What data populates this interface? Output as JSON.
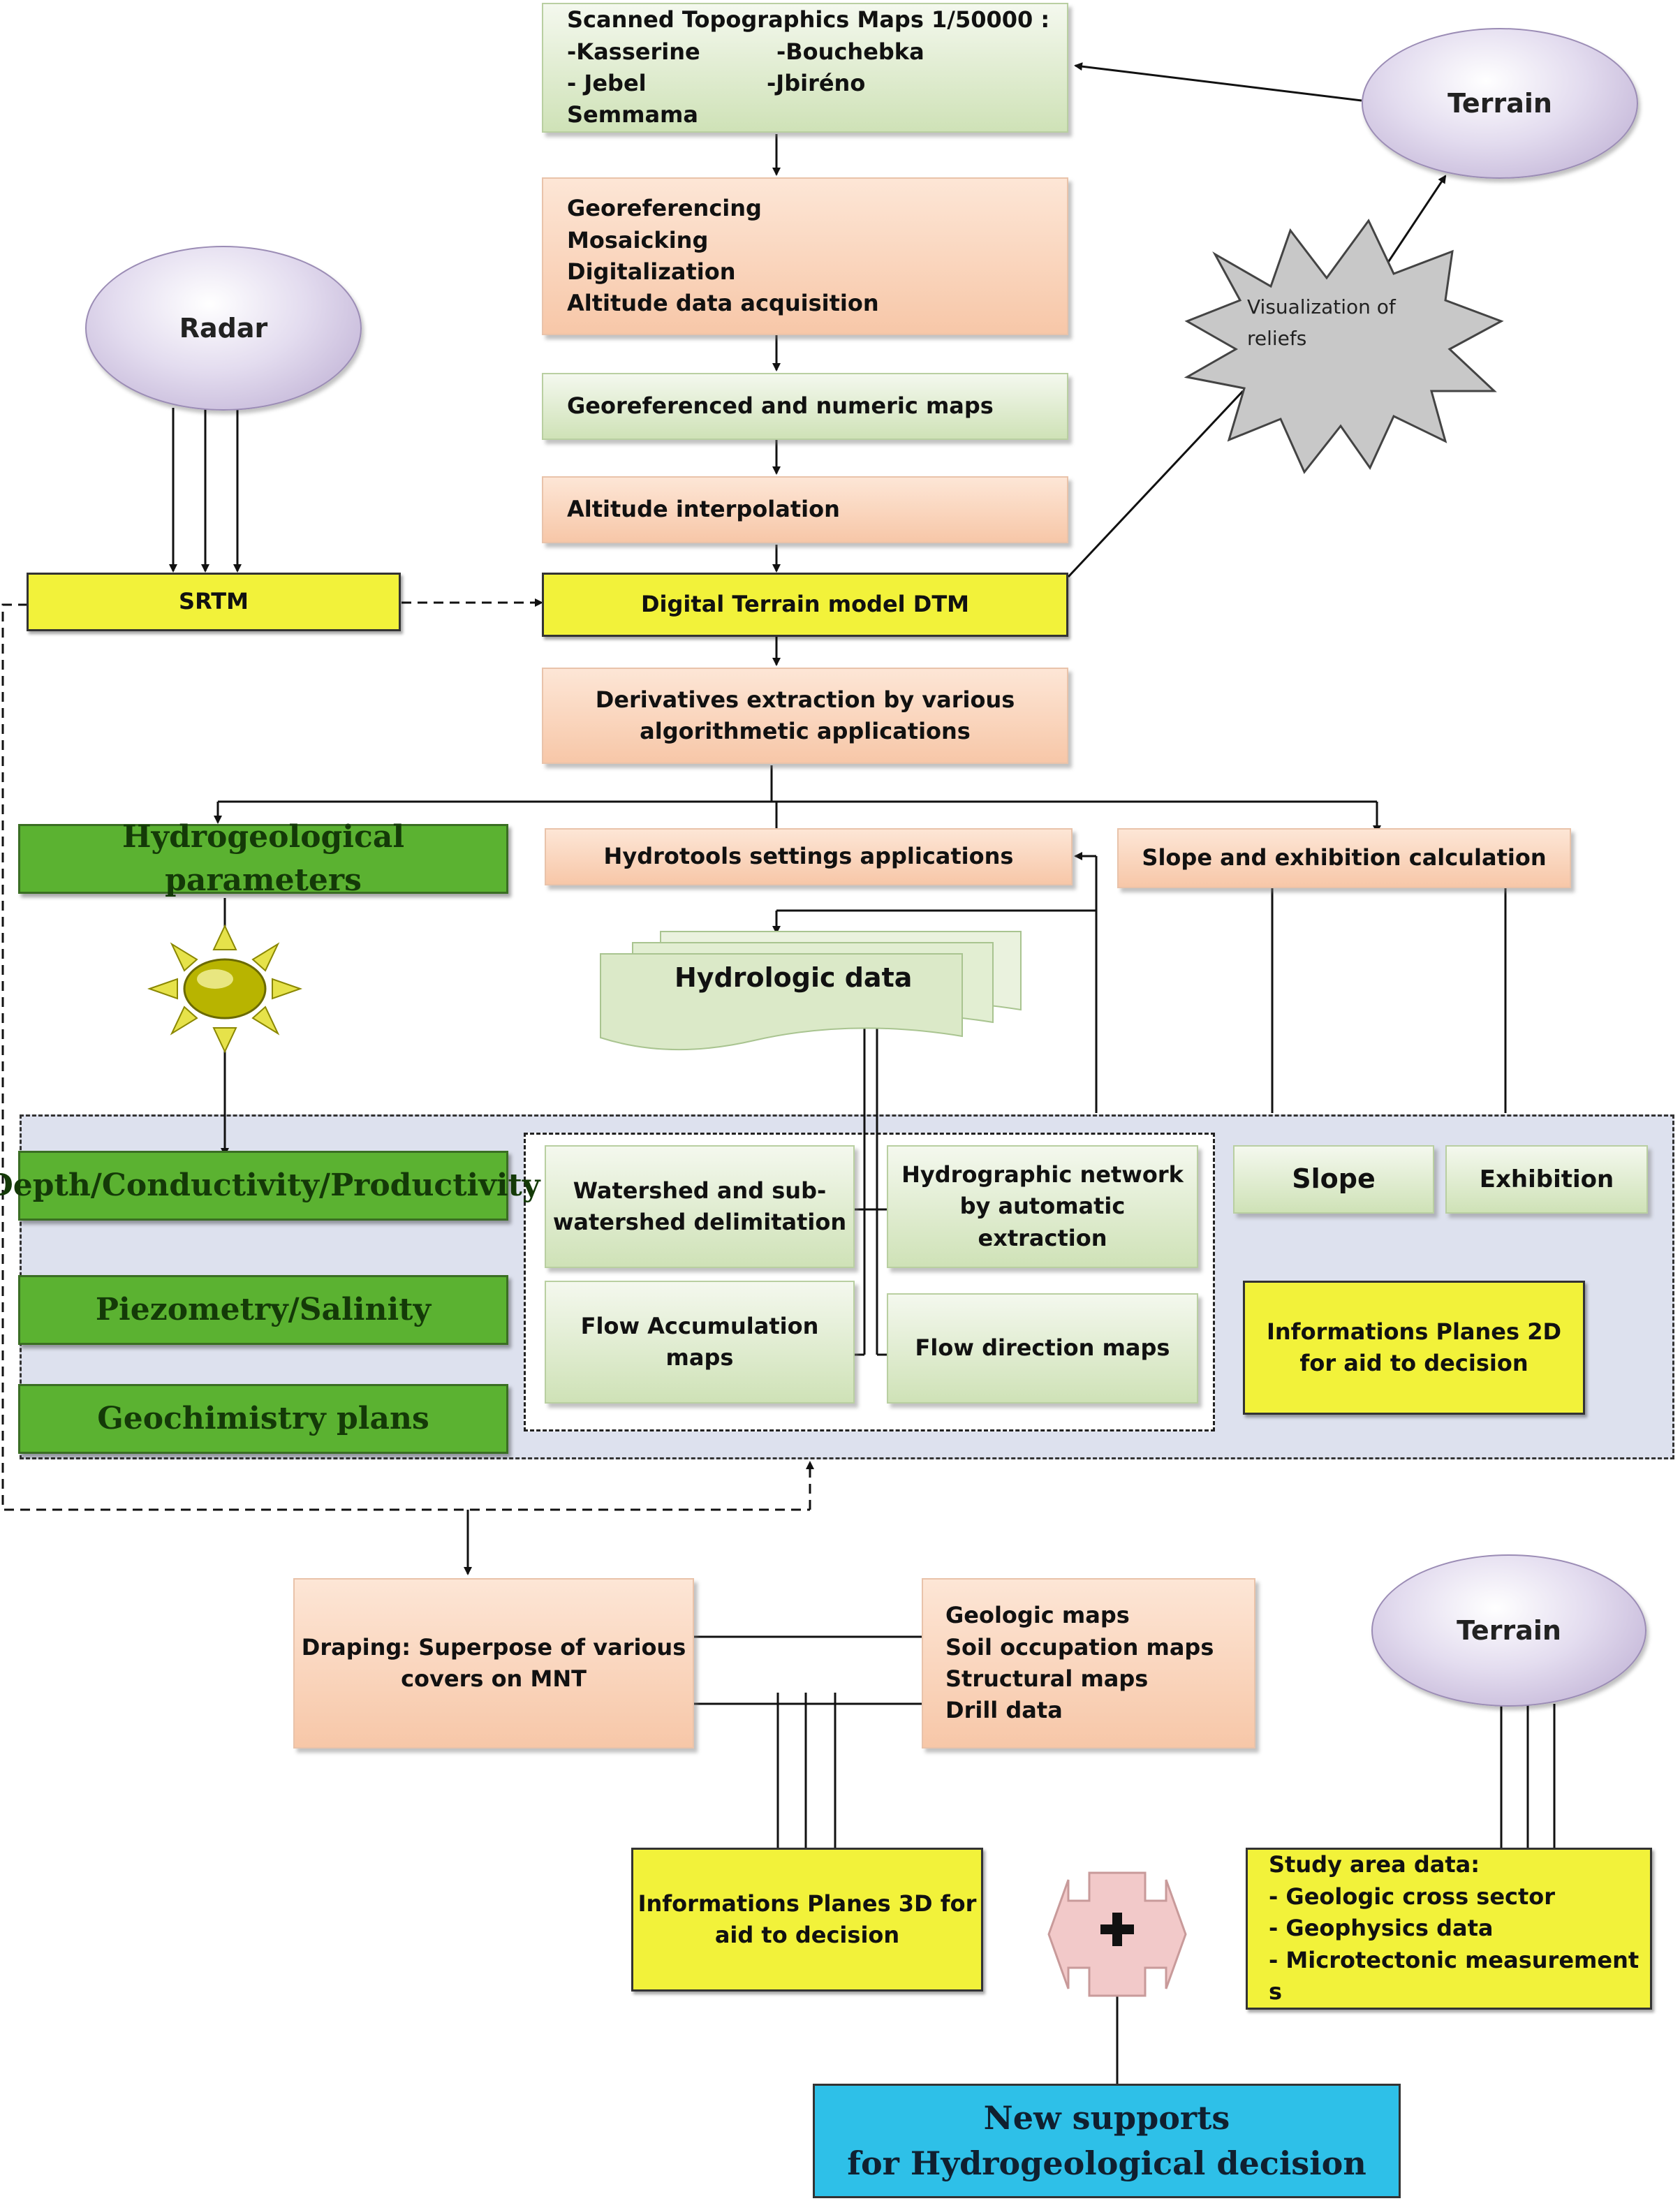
{
  "boxes": {
    "scanned_maps": {
      "title": "Scanned Topographics Maps 1/50000 :",
      "line1a": "-Kasserine",
      "line1b": "-Bouchebka",
      "line2a": "- Jebel Semmama",
      "line2b": "-Jbiréno"
    },
    "georef_steps": [
      "Georeferencing",
      "Mosaicking",
      "Digitalization",
      "Altitude data acquisition"
    ],
    "georef_maps": "Georeferenced and numeric maps",
    "alt_interp": "Altitude interpolation",
    "srtm": "SRTM",
    "dtm": "Digital Terrain model DTM",
    "derivatives": [
      "Derivatives extraction by various",
      "algorithmetic applications"
    ],
    "hydro_params": "Hydrogeological parameters",
    "hydrotools": "Hydrotools settings applications",
    "slope_expo": "Slope and exhibition calculation",
    "hydrologic_data": "Hydrologic data",
    "depth": "Depth/Conductivity/Productivity",
    "piezo": "Piezometry/Salinity",
    "geochem": "Geochimistry plans",
    "watershed": [
      "Watershed and sub-",
      "watershed delimitation"
    ],
    "hydro_network": [
      "Hydrographic network",
      "by automatic",
      "extraction"
    ],
    "flow_acc": [
      "Flow Accumulation",
      "maps"
    ],
    "flow_dir": "Flow direction maps",
    "slope": "Slope",
    "exhibition": "Exhibition",
    "info2d": [
      "Informations Planes 2D",
      "for aid to decision"
    ],
    "draping": [
      "Draping: Superpose of various",
      "covers on MNT"
    ],
    "geo_maps": [
      "Geologic maps",
      "Soil occupation maps",
      "Structural maps",
      "Drill data"
    ],
    "info3d": [
      "Informations Planes 3D for",
      "aid to decision"
    ],
    "study_area": [
      "Study area data:",
      "- Geologic cross sector",
      "- Geophysics data",
      "- Microtectonic measurement s"
    ],
    "new_supports": [
      "New supports",
      "for Hydrogeological decision"
    ]
  },
  "nodes": {
    "terrain_top": "Terrain",
    "radar": "Radar",
    "terrain_bottom": "Terrain",
    "visualization": [
      "Visualization of",
      "reliefs"
    ]
  },
  "colors": {
    "peach": "#f7c7a8",
    "light_green": "#cfe2b7",
    "yellow": "#f2f23a",
    "dark_green": "#5bb231",
    "cyan": "#2ec0e8",
    "lavender": "#b8a8cf",
    "region_bg": "#dde1ee"
  },
  "icons": [
    "sun-icon",
    "plus-cross-icon",
    "starburst-icon"
  ]
}
